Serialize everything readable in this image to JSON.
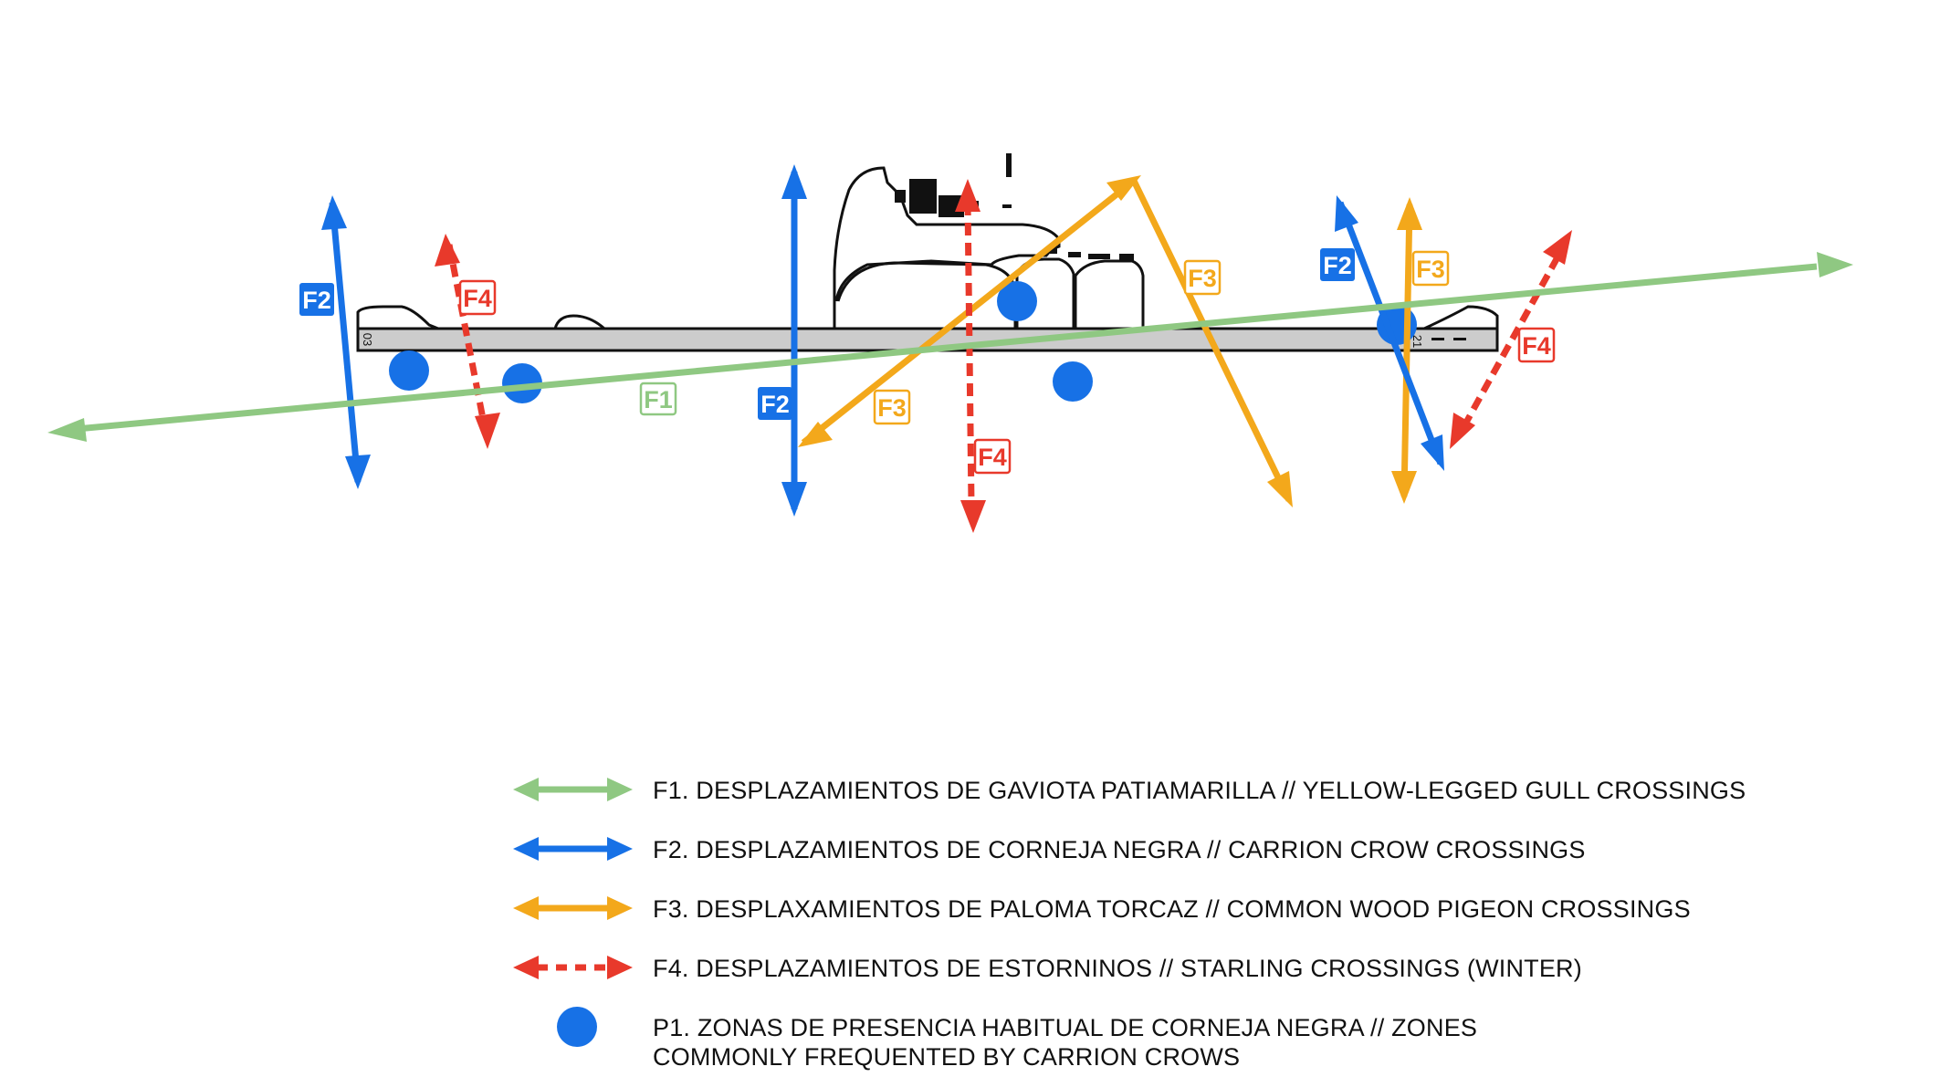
{
  "colors": {
    "f1": "#8fc882",
    "f2": "#1771e6",
    "f3": "#f3a81b",
    "f4": "#e8392b",
    "p1": "#1771e6",
    "runway_fill": "#cccccc",
    "outline": "#111111"
  },
  "runway": {
    "threshold_left": "03",
    "threshold_right": "21"
  },
  "map_labels": {
    "f1": "F1",
    "f2": "F2",
    "f3": "F3",
    "f4": "F4"
  },
  "legend": [
    {
      "key": "f1",
      "symbol": "solid-double-arrow",
      "text": "F1. DESPLAZAMIENTOS DE GAVIOTA PATIAMARILLA // YELLOW-LEGGED GULL CROSSINGS"
    },
    {
      "key": "f2",
      "symbol": "solid-double-arrow",
      "text": "F2. DESPLAZAMIENTOS DE CORNEJA NEGRA // CARRION CROW CROSSINGS"
    },
    {
      "key": "f3",
      "symbol": "solid-double-arrow",
      "text": "F3. DESPLAXAMIENTOS DE PALOMA TORCAZ // COMMON WOOD PIGEON CROSSINGS"
    },
    {
      "key": "f4",
      "symbol": "dashed-double-arrow",
      "text": "F4. DESPLAZAMIENTOS DE ESTORNINOS // STARLING CROSSINGS (WINTER)"
    },
    {
      "key": "p1",
      "symbol": "dot",
      "text": "P1. ZONAS DE PRESENCIA HABITUAL DE CORNEJA NEGRA // ZONES COMMONLY FREQUENTED BY CARRION CROWS"
    }
  ]
}
